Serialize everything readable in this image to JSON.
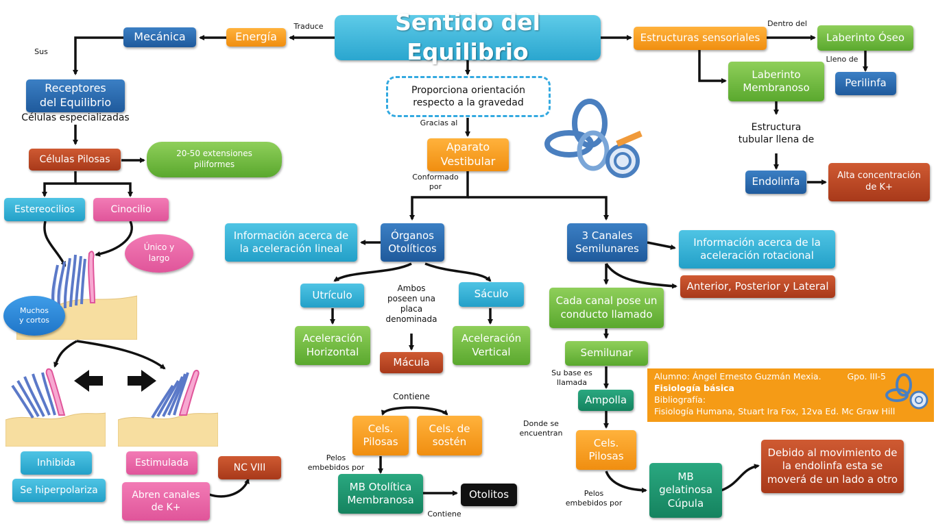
{
  "title": "Sentido del Equilibrio",
  "nodes": {
    "mecanica": "Mecánica",
    "energia": "Energía",
    "receptores": "Receptores\ndel Equilibrio",
    "celulas_pilosas": "Células Pilosas",
    "extensiones": "20-50 extensiones\npiliformes",
    "estereocilios": "Estereocilios",
    "cinocilio": "Cinocilio",
    "unico_largo": "Único y\nlargo",
    "muchos_cortos": "Muchos\ny cortos",
    "inhibida": "Inhibida",
    "hiperpolariza": "Se hiperpolariza",
    "estimulada": "Estimulada",
    "abren_canales": "Abren canales\nde K+",
    "nc_viii": "NC VIII",
    "orientacion": "Proporciona orientación\nrespecto a la gravedad",
    "aparato": "Aparato\nVestibular",
    "organos": "Órganos\nOtolíticos",
    "info_lineal": "Información acerca de\nla aceleración lineal",
    "utriculo": "Utrículo",
    "saculo": "Sáculo",
    "acel_horizontal": "Aceleración\nHorizontal",
    "acel_vertical": "Aceleración\nVertical",
    "macula": "Mácula",
    "cels_pilosas_mid": "Cels.\nPilosas",
    "cels_sosten": "Cels. de\nsostén",
    "mb_otolitica": "MB Otolítica\nMembranosa",
    "otolitos": "Otolitos",
    "canales": "3 Canales\nSemilunares",
    "info_rotacional": "Información acerca de la\naceleración rotacional",
    "anterior": "Anterior, Posterior y Lateral",
    "cada_canal": "Cada canal pose un\nconducto llamado",
    "semilunar": "Semilunar",
    "ampolla": "Ampolla",
    "cels_pilosas_right": "Cels.\nPilosas",
    "mb_gelatinosa": "MB\ngelatinosa\nCúpula",
    "movimiento": "Debido al movimiento de\nla endolinfa esta se\nmoverá de un lado a otro",
    "estructuras": "Estructuras sensoriales",
    "laberinto_oseo": "Laberinto Óseo",
    "laberinto_membranoso": "Laberinto\nMembranoso",
    "perilinfa": "Perilinfa",
    "estructura_tubular": "Estructura\ntubular llena de",
    "endolinfa": "Endolinfa",
    "alta_concentracion": "Alta concentración\nde K+"
  },
  "labels": {
    "traduce": "Traduce",
    "sus": "Sus",
    "celulas_especializadas": "Células especializadas",
    "gracias_al": "Gracias al",
    "conformado_por": "Conformado\npor",
    "ambos": "Ambos\nposeen una\nplaca\ndenominada",
    "contiene_1": "Contiene",
    "pelos_embebidos_1": "Pelos\nembebidos por",
    "contiene_2": "Contiene",
    "su_base": "Su base es\nllamada",
    "donde_se": "Donde se\nencuentran",
    "pelos_embebidos_2": "Pelos\nembebidos por",
    "dentro_del": "Dentro del",
    "lleno_de": "Lleno de"
  },
  "info_box": {
    "alumno": "Alumno: Ángel Ernesto Guzmán Mexia.",
    "grupo": "Gpo. III-5",
    "materia": "Fisiología básica",
    "bibliografia_label": "Bibliografía:",
    "referencia": "Fisiología Humana, Stuart Ira Fox, 12va Ed. Mc Graw Hill"
  },
  "colors": {
    "blue": "#1f5a9c",
    "cyan": "#23a0c8",
    "orange": "#f08e10",
    "green": "#5aa82e",
    "red": "#a8391a",
    "pink": "#e0559a",
    "teal": "#15835f",
    "info": "#f59b16"
  }
}
